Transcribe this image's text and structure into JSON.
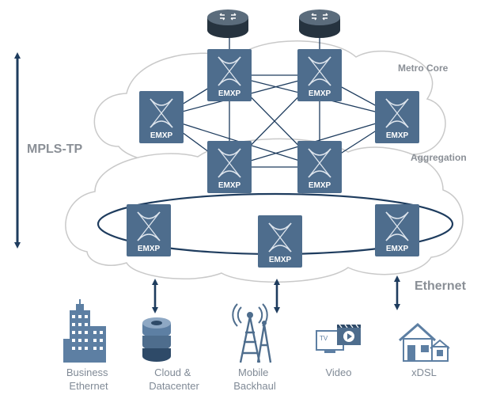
{
  "labels": {
    "mpls_tp": "MPLS-TP",
    "metro_core": "Metro Core",
    "aggregation": "Aggregation",
    "ethernet": "Ethernet"
  },
  "switch_label": "EMXP",
  "services": [
    {
      "line1": "Business",
      "line2": "Ethernet",
      "icon": "building-icon"
    },
    {
      "line1": "Cloud &",
      "line2": "Datacenter",
      "icon": "database-icon"
    },
    {
      "line1": "Mobile",
      "line2": "Backhaul",
      "icon": "cell-tower-icon"
    },
    {
      "line1": "Video",
      "line2": "",
      "icon": "video-icon"
    },
    {
      "line1": "xDSL",
      "line2": "",
      "icon": "house-icon"
    }
  ],
  "tv_label": "TV",
  "colors": {
    "navy": "#1e3c5e",
    "switch": "#4e6d8d",
    "cloud_stroke": "#c9c9c9",
    "label_gray": "#8a8f96",
    "caption_gray": "#808a96"
  }
}
